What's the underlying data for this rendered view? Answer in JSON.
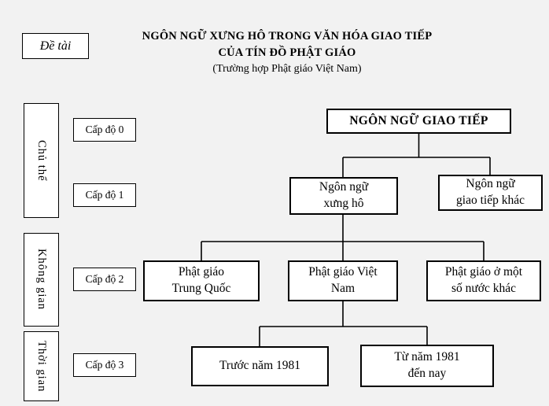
{
  "header": {
    "topic_label": "Đề tài",
    "title_line1": "NGÔN NGỮ XƯNG HÔ TRONG VĂN HÓA GIAO TIẾP",
    "title_line2": "CỦA TÍN ĐỒ PHẬT GIÁO",
    "title_line3": "(Trường hợp Phật giáo Việt Nam)"
  },
  "side_labels": [
    {
      "label": "Chủ thể"
    },
    {
      "label": "Không gian"
    },
    {
      "label": "Thời gian"
    }
  ],
  "level_labels": [
    {
      "label": "Cấp độ 0"
    },
    {
      "label": "Cấp độ 1"
    },
    {
      "label": "Cấp độ 2"
    },
    {
      "label": "Cấp độ 3"
    }
  ],
  "tree": {
    "root": "NGÔN NGỮ GIAO TIẾP",
    "level1": [
      "Ngôn ngữ\nxưng hô",
      "Ngôn ngữ\ngiao tiếp khác"
    ],
    "level2": [
      "Phật giáo\nTrung Quốc",
      "Phật giáo Việt\nNam",
      "Phật giáo ở một\nsố nước khác"
    ],
    "level3": [
      "Trước năm 1981",
      "Từ năm 1981\nđến nay"
    ]
  },
  "colors": {
    "background": "#f2f2f2",
    "box_fill": "#ffffff",
    "border_and_lines": "#000000",
    "text": "#000000"
  }
}
